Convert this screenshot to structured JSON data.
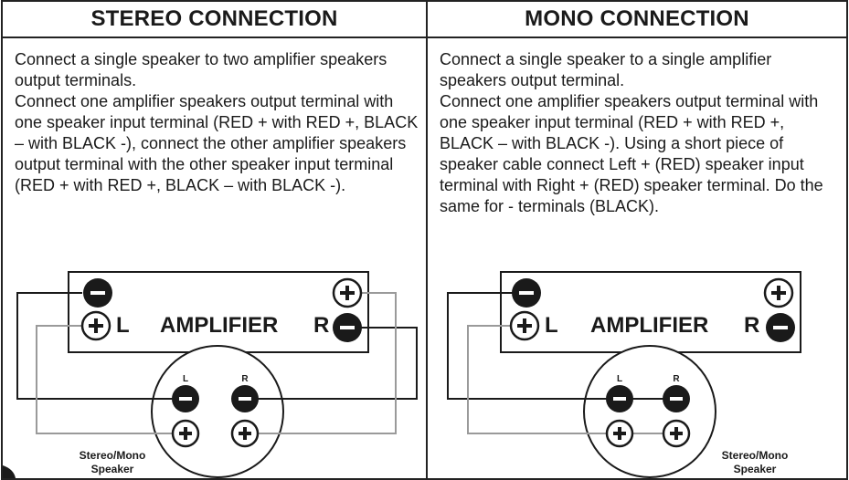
{
  "stereo": {
    "title": "STEREO CONNECTION",
    "text1": "Connect a single speaker to two amplifier speakers output terminals.",
    "text2": "Connect one amplifier speakers output terminal with one speaker input terminal (RED + with RED +, BLACK – with BLACK -), connect the other amplifier speakers output terminal with the other speaker input terminal (RED + with RED +, BLACK – with BLACK -).",
    "amp_left": "L",
    "amp_label": "AMPLIFIER",
    "amp_right": "R",
    "spk_left": "L",
    "spk_right": "R",
    "speaker_line1": "Stereo/Mono",
    "speaker_line2": "Speaker"
  },
  "mono": {
    "title": "MONO CONNECTION",
    "text1": "Connect a single speaker to a single amplifier speakers output terminal.",
    "text2": "Connect one amplifier speakers output terminal with one speaker input terminal (RED + with RED +, BLACK – with BLACK -). Using a short piece of speaker cable connect Left + (RED) speaker input terminal with Right + (RED) speaker terminal. Do the same for - terminals (BLACK).",
    "amp_left": "L",
    "amp_label": "AMPLIFIER",
    "amp_right": "R",
    "spk_left": "L",
    "spk_right": "R",
    "speaker_line1": "Stereo/Mono",
    "speaker_line2": "Speaker"
  },
  "colors": {
    "black_wire": "#1a1a1a",
    "red_wire_gray": "#9a9a9a",
    "border": "#222222"
  }
}
